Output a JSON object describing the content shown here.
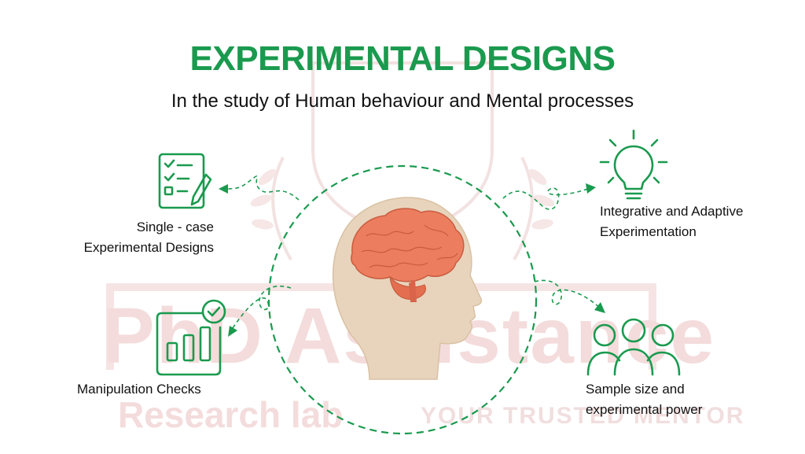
{
  "title": "EXPERIMENTAL DESIGNS",
  "subtitle": "In the study of Human behaviour and Mental processes",
  "watermark": {
    "brand": "PhD Assistance",
    "sub": "Research lab",
    "tagline": "YOUR TRUSTED MENTOR"
  },
  "items": {
    "single_case": {
      "line1": "Single - case",
      "line2": "Experimental Designs",
      "icon": "checklist-pencil-icon"
    },
    "integrative": {
      "line1": "Integrative and Adaptive",
      "line2": "Experimentation",
      "icon": "lightbulb-icon"
    },
    "manipulation": {
      "line1": "Manipulation Checks",
      "icon": "bar-chart-check-icon"
    },
    "sample_size": {
      "line1": "Sample size and",
      "line2": "experimental power",
      "icon": "group-people-icon"
    }
  },
  "colors": {
    "accent": "#1a9a4e",
    "brain": "#ec7d5f",
    "head": "#e8d4bc",
    "watermark": "#f4dcdc"
  }
}
